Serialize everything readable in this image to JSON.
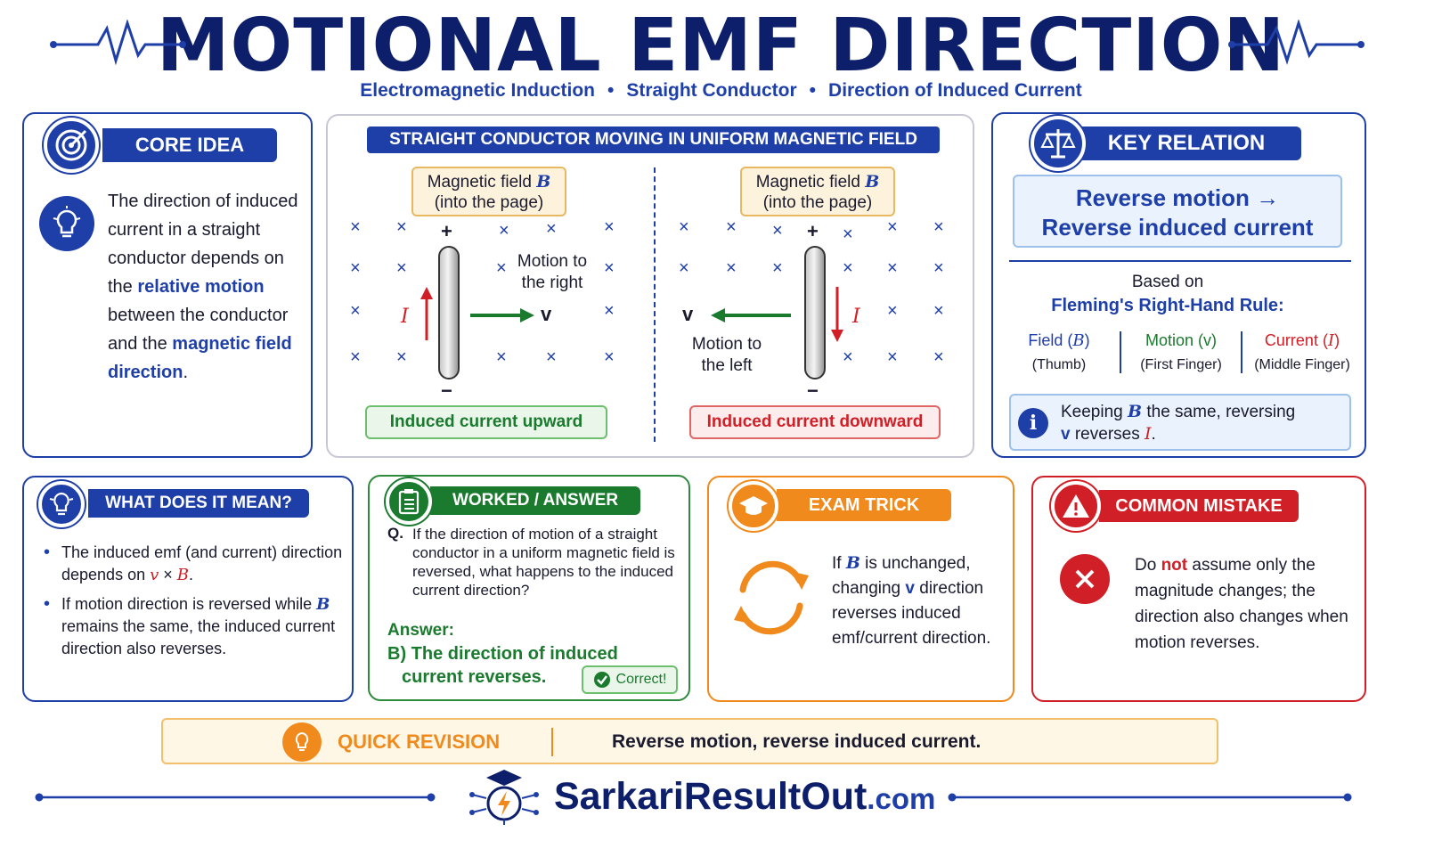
{
  "header": {
    "title": "MOTIONAL EMF DIRECTION",
    "subtitle": [
      "Electromagnetic Induction",
      "Straight Conductor",
      "Direction of Induced Current"
    ],
    "separator": "•"
  },
  "core_idea": {
    "tag": "CORE IDEA",
    "text_1": "The direction of induced current in a straight conductor depends on the ",
    "highlight_1": "relative motion",
    "text_2": " between the conductor and the ",
    "highlight_2": "magnetic field direction",
    "text_3": "."
  },
  "diagram": {
    "title": "STRAIGHT CONDUCTOR MOVING IN UNIFORM MAGNETIC FIELD",
    "cross_symbol": "×",
    "left": {
      "field_label_line1": "Magnetic field",
      "field_symbol": "B",
      "field_label_line2": "(into the page)",
      "plus": "+",
      "minus": "−",
      "current_symbol": "I",
      "velocity_symbol": "v",
      "motion_label_line1": "Motion to",
      "motion_label_line2": "the right",
      "result": "Induced current upward"
    },
    "right": {
      "field_label_line1": "Magnetic field",
      "field_symbol": "B",
      "field_label_line2": "(into the page)",
      "plus": "+",
      "minus": "−",
      "current_symbol": "I",
      "velocity_symbol": "v",
      "motion_label_line1": "Motion to",
      "motion_label_line2": "the left",
      "result": "Induced current downward"
    }
  },
  "key_relation": {
    "tag": "KEY RELATION",
    "box_line1": "Reverse motion →",
    "box_line2": "Reverse induced current",
    "based_on": "Based on",
    "rule": "Fleming's Right-Hand Rule:",
    "fingers": [
      {
        "label": "Field (",
        "sym": "B",
        "close": ")",
        "finger": "(Thumb)",
        "color": "#1f3fa8"
      },
      {
        "label": "Motion (v)",
        "sym": "",
        "close": "",
        "finger": "(First Finger)",
        "color": "#1a7a2e"
      },
      {
        "label": "Current (",
        "sym": "I",
        "close": ")",
        "finger": "(Middle Finger)",
        "color": "#d01f26"
      }
    ],
    "note_1": "Keeping ",
    "note_B": "B",
    "note_2": " the same, reversing",
    "note_v": "v",
    "note_3": " reverses ",
    "note_I": "I",
    "note_4": "."
  },
  "meaning": {
    "tag": "WHAT DOES IT MEAN?",
    "b1_text": "The induced emf (and current) direction depends on ",
    "b1_v": "v",
    "b1_x": " × ",
    "b1_B": "B",
    "b1_end": ".",
    "b2_text_1": "If motion direction is reversed while ",
    "b2_B": "B",
    "b2_text_2": " remains the same, the induced current direction also reverses."
  },
  "worked": {
    "tag": "WORKED / ANSWER",
    "q_prefix": "Q.",
    "question": "If the direction of motion of a straight conductor in a uniform magnetic field is reversed, what happens to the induced current direction?",
    "answer_label": "Answer:",
    "answer_line1": "B)  The direction of induced",
    "answer_line2": "current reverses.",
    "correct": "Correct!"
  },
  "exam_trick": {
    "tag": "EXAM TRICK",
    "t1": "If ",
    "B": "B",
    "t2": " is unchanged, changing ",
    "v": "v",
    "t3": " direction reverses induced emf/current direction."
  },
  "mistake": {
    "tag": "COMMON MISTAKE",
    "t1": "Do ",
    "not": "not",
    "t2": " assume only the magnitude changes; the direction also changes when motion reverses."
  },
  "revision": {
    "label": "QUICK REVISION",
    "text": "Reverse motion, reverse induced current."
  },
  "footer": {
    "brand": "SarkariResultOut",
    "tld": ".com"
  },
  "colors": {
    "navy": "#0d1f6b",
    "blue": "#1f3fa8",
    "green": "#1a7a2e",
    "orange": "#f08a1c",
    "red": "#d01f26"
  }
}
